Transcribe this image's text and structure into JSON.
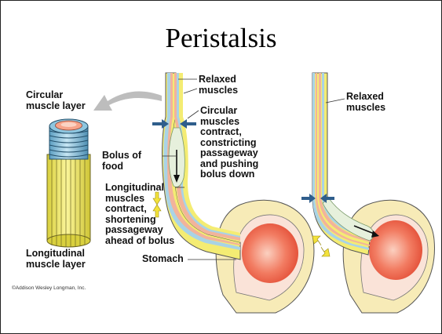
{
  "title": "Peristalsis",
  "labels": {
    "circular_muscle_layer": "Circular\nmuscle layer",
    "longitudinal_muscle_layer": "Longitudinal\nmuscle layer",
    "relaxed_muscles_1": "Relaxed\nmuscles",
    "circular_contract": "Circular\nmuscles\ncontract,\nconstricting\npassageway\nand pushing\nbolus down",
    "bolus_of_food": "Bolus of\nfood",
    "longitudinal_contract": "Longitudinal\nmuscles\ncontract,\nshortening\npassageway\nahead of bolus",
    "stomach": "Stomach",
    "relaxed_muscles_2": "Relaxed\nmuscles"
  },
  "credit": "©Addison Wesley Longman, Inc.",
  "colors": {
    "wall_yellow": "#f4ec73",
    "wall_blue": "#a9d3e6",
    "lumen_pink": "#f2b39b",
    "stomach_red": "#ee6147",
    "bolus": "#e6f0dc",
    "arrow_blue": "#2f5e8c",
    "arrow_yellow": "#f3e23b",
    "pointer_gray": "#bdbdbd"
  }
}
